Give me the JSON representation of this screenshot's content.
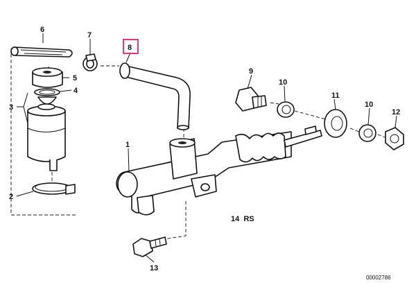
{
  "callouts": {
    "c1": "1",
    "c2": "2",
    "c3": "3",
    "c4": "4",
    "c5": "5",
    "c6": "6",
    "c7": "7",
    "c8": "8",
    "c9": "9",
    "c10a": "10",
    "c10b": "10",
    "c11": "11",
    "c12": "12",
    "c13": "13"
  },
  "highlight_color": "#e0207a",
  "model_note": "14  RS",
  "diagram_code": "00002786"
}
